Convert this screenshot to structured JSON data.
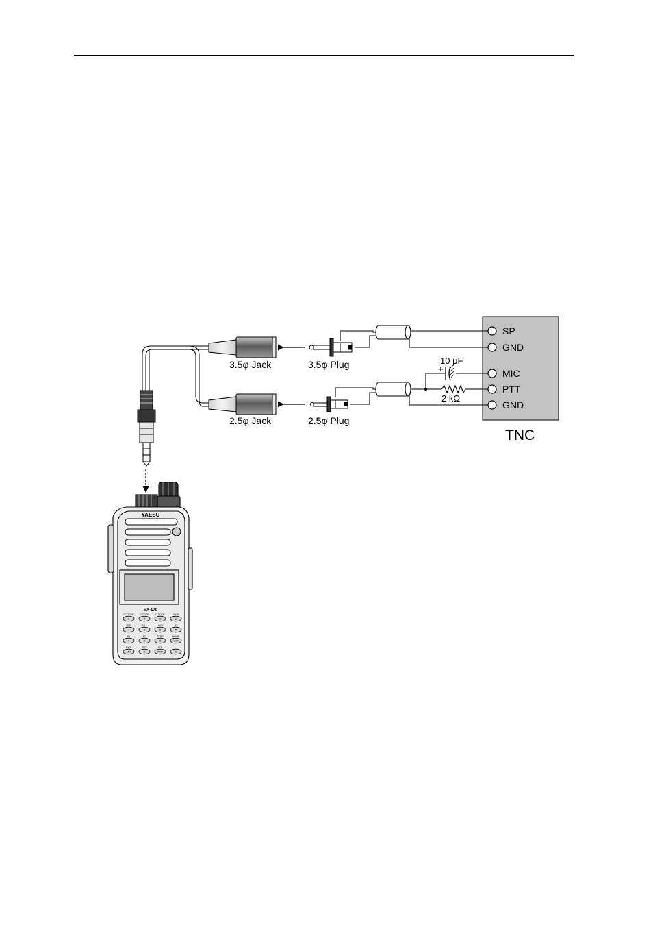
{
  "diagram": {
    "tnc": {
      "title": "TNC",
      "pins": [
        {
          "label": "SP"
        },
        {
          "label": "GND"
        },
        {
          "label": "MIC"
        },
        {
          "label": "PTT"
        },
        {
          "label": "GND"
        }
      ]
    },
    "jack_35": "3.5φ Jack",
    "plug_35": "3.5φ Plug",
    "jack_25": "2.5φ Jack",
    "plug_25": "2.5φ Plug",
    "capacitor": "10 μF",
    "capacitor_polarity": "+",
    "resistor": "2 kΩ",
    "radio": {
      "brand": "YAESU",
      "model": "VX-170",
      "keys": [
        {
          "label": "DC.TONE",
          "glyph": "1"
        },
        {
          "label": "S.CODE",
          "glyph": "2"
        },
        {
          "label": "C.CODE",
          "glyph": "3"
        },
        {
          "label": "SKIP",
          "glyph": "▲"
        },
        {
          "label": "OFF",
          "glyph": "4"
        },
        {
          "label": "SQ.L",
          "glyph": "5"
        },
        {
          "label": "LOCK",
          "glyph": "6"
        },
        {
          "label": "RX",
          "glyph": "▼"
        },
        {
          "label": "P1",
          "glyph": "7"
        },
        {
          "label": "P2",
          "glyph": "8"
        },
        {
          "label": "STRP",
          "glyph": "9"
        },
        {
          "label": "HOME",
          "glyph": "V/M"
        },
        {
          "label": "DWP",
          "glyph": "MR"
        },
        {
          "label": "SET",
          "glyph": "0"
        },
        {
          "label": "PRI",
          "glyph": "F/W"
        },
        {
          "label": "",
          "glyph": "⊙"
        }
      ]
    }
  }
}
